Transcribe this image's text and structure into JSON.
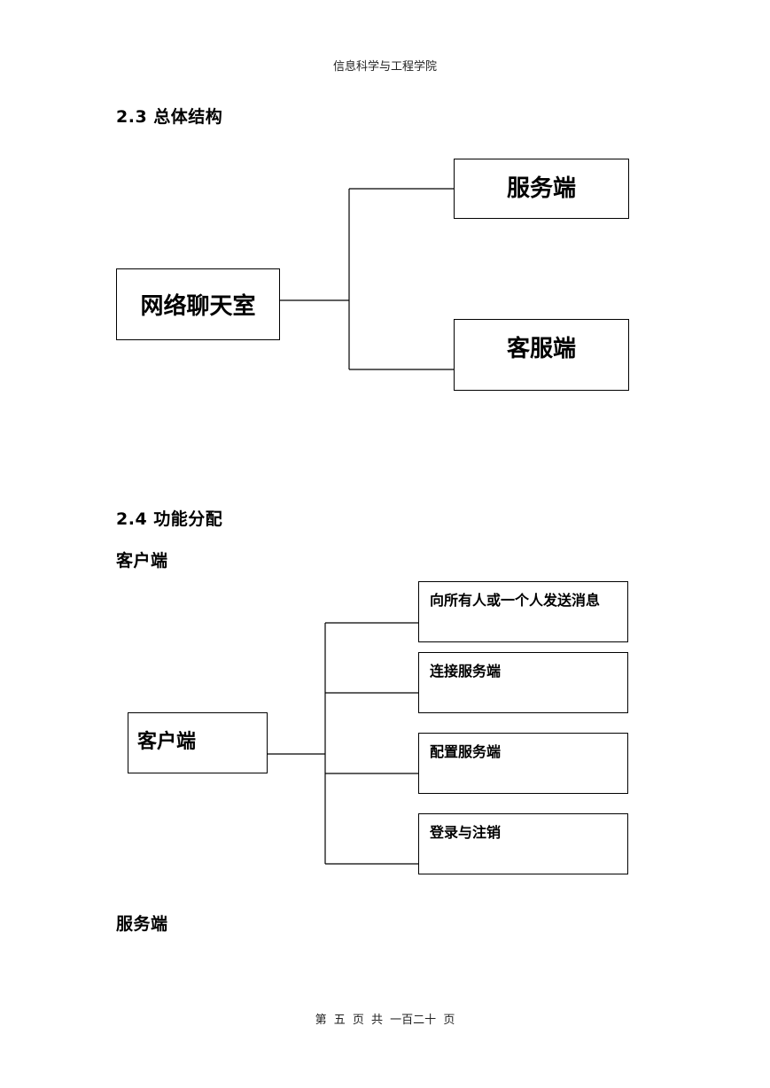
{
  "header": {
    "title": "信息科学与工程学院"
  },
  "section_2_3": {
    "heading": "2.3 总体结构",
    "root": "网络聊天室",
    "children": [
      "服务端",
      "客服端"
    ]
  },
  "section_2_4": {
    "heading": "2.4 功能分配",
    "client_label": "客户端",
    "client_root": "客户端",
    "client_children": [
      "向所有人或一个人发送消息",
      "连接服务端",
      "配置服务端",
      "登录与注销"
    ],
    "server_label": "服务端"
  },
  "footer": {
    "page_text": "第 五 页 共 一百二十 页"
  }
}
